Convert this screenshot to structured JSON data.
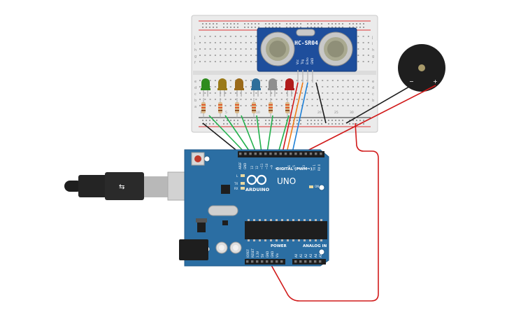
{
  "sensor": {
    "model": "HC-SR04",
    "pins": [
      "Vcc",
      "Trig",
      "Echo",
      "GND"
    ]
  },
  "breadboard": {
    "row_letters_top": [
      "j",
      "i",
      "h",
      "g",
      "f"
    ],
    "row_letters_bottom": [
      "e",
      "d",
      "c",
      "b",
      "a"
    ],
    "column_numbers": [
      "1",
      "5",
      "10",
      "15",
      "20",
      "25",
      "30"
    ]
  },
  "arduino": {
    "brand": "ARDUINO",
    "model": "UNO",
    "digital_header_label": "DIGITAL (PWM~)",
    "digital_pins": [
      "AREF",
      "GND",
      "13",
      "12",
      "~11",
      "~10",
      "~9",
      "8",
      "7",
      "~6",
      "~5",
      "4",
      "~3",
      "2",
      "TX 1",
      "RX 0"
    ],
    "power_header_label": "POWER",
    "power_pins": [
      "IOREF",
      "RESET",
      "3.3V",
      "5V",
      "GND",
      "GND",
      "Vin"
    ],
    "analog_header_label": "ANALOG IN",
    "analog_pins": [
      "A0",
      "A1",
      "A2",
      "A3",
      "A4",
      "A5"
    ],
    "led_labels": [
      "L",
      "TX",
      "RX",
      "ON"
    ]
  },
  "buzzer": {
    "minus_label": "−",
    "plus_label": "+"
  },
  "leds": {
    "colors": [
      "#2e8b1e",
      "#9a7a18",
      "#9a6a1a",
      "#2f6f9a",
      "#8f8f8f",
      "#b01c1c"
    ]
  },
  "wire_colors": {
    "green": "#22b14c",
    "black": "#1c1c1c",
    "red": "#d11a1a",
    "orange": "#f07b16",
    "blue": "#1c7fd6"
  }
}
